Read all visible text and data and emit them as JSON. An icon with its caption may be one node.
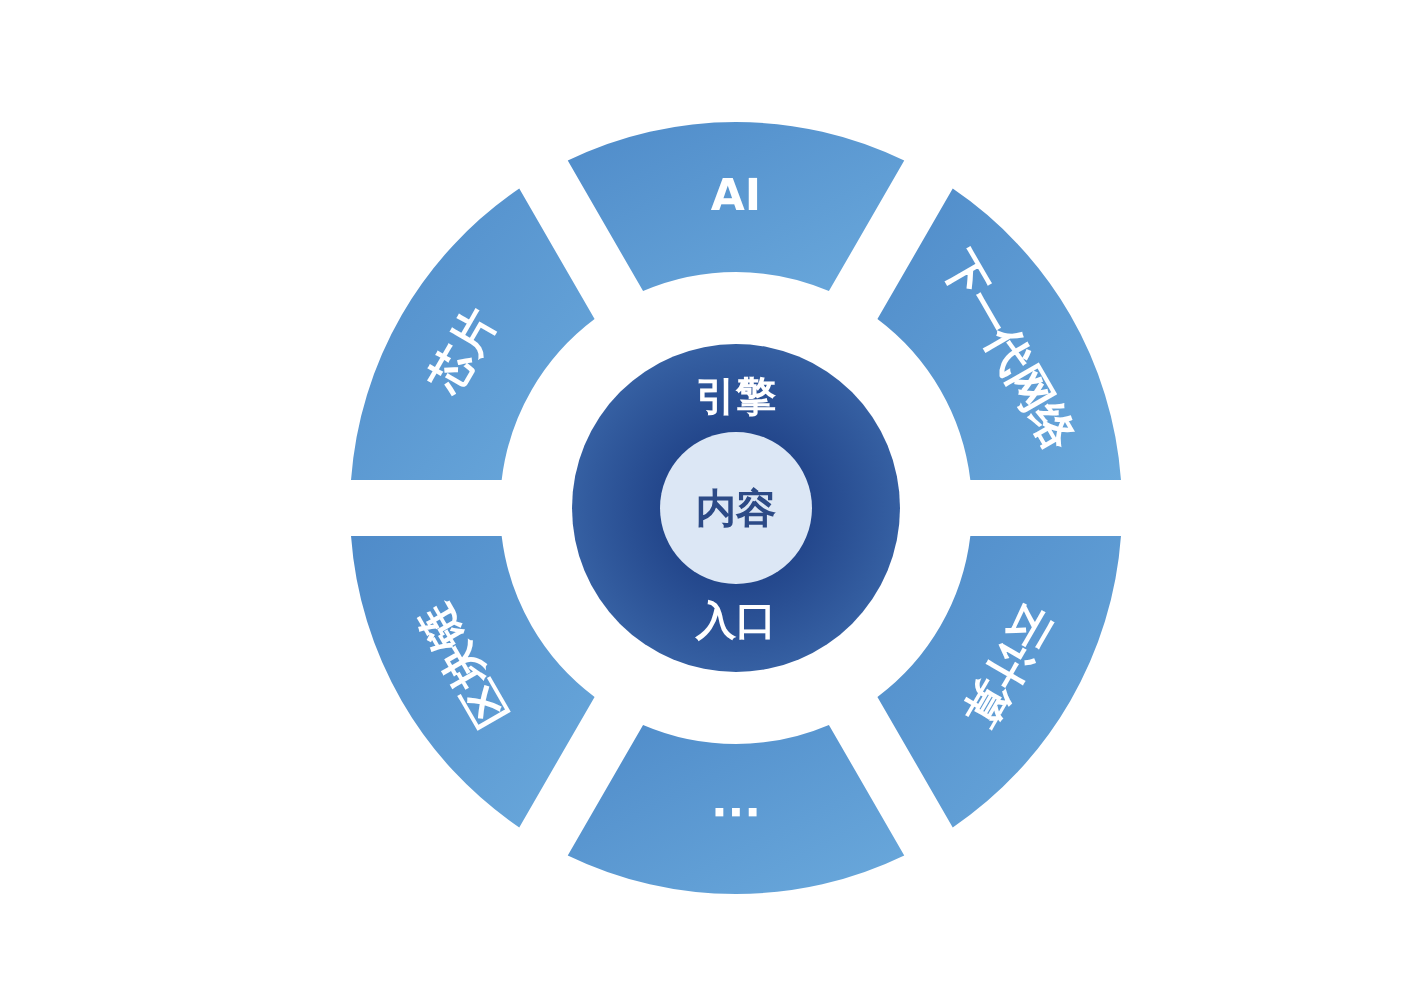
{
  "diagram": {
    "nodes": [
      {
        "text": [
          "引擎",
          "入口"
        ]
      },
      {
        "text": [
          "内容"
        ],
        "in": 0
      },
      {
        "text": [
          "AI"
        ]
      },
      {
        "text": [
          "下一代网络"
        ]
      },
      {
        "text": [
          "云计算"
        ]
      },
      {
        "text": [
          "..."
        ]
      },
      {
        "text": [
          "区块链"
        ]
      },
      {
        "text": [
          "芯片"
        ]
      }
    ]
  }
}
